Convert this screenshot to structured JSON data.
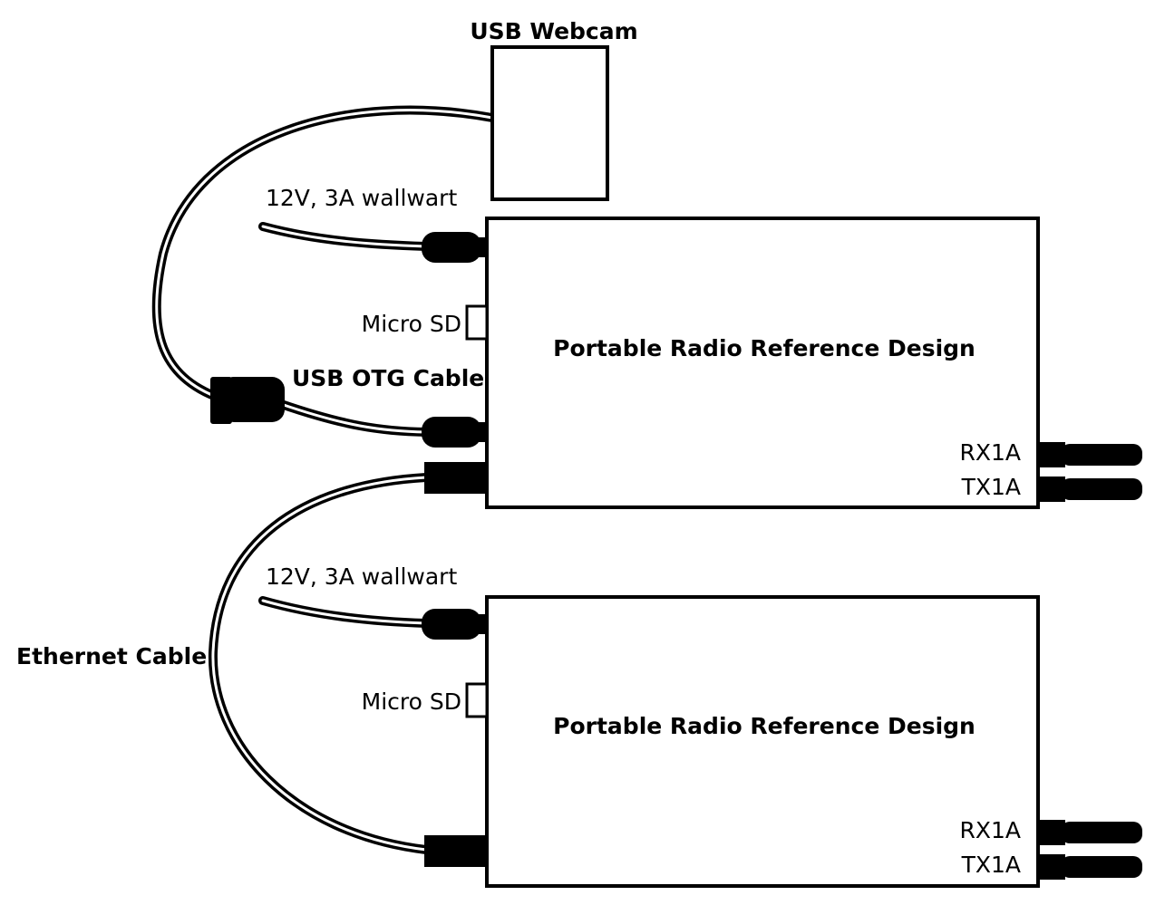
{
  "labels": {
    "webcam": "USB Webcam",
    "wallwart_top": "12V, 3A wallwart",
    "microsd_top": "Micro SD",
    "board_top": "Portable Radio Reference Design",
    "otg_cable": "USB OTG Cable",
    "rx_top": "RX1A",
    "tx_top": "TX1A",
    "wallwart_bottom": "12V, 3A wallwart",
    "ethernet_cable": "Ethernet Cable",
    "microsd_bottom": "Micro SD",
    "board_bottom": "Portable Radio Reference Design",
    "rx_bottom": "RX1A",
    "tx_bottom": "TX1A"
  },
  "colors": {
    "line": "#000000",
    "background": "#ffffff"
  }
}
